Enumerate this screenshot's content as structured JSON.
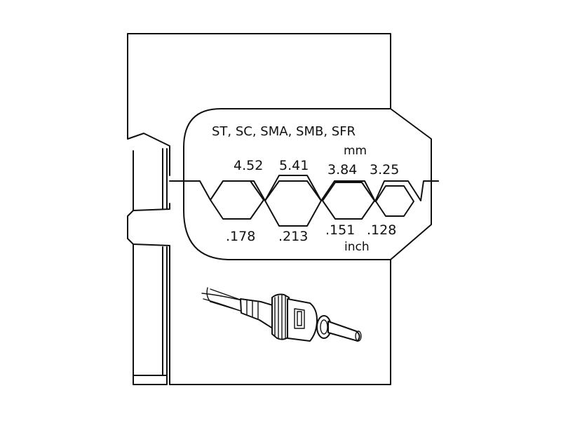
{
  "die": {
    "connector_types": "ST, SC, SMA, SMB, SFR",
    "unit_metric": "mm",
    "unit_imperial": "inch",
    "cavities": [
      {
        "mm": "4.52",
        "inch": ".178"
      },
      {
        "mm": "5.41",
        "inch": ".213"
      },
      {
        "mm": "3.84",
        "inch": ".151"
      },
      {
        "mm": "3.25",
        "inch": ".128"
      }
    ]
  },
  "illustration": {
    "icon": "fiber-optic-st-connector-icon"
  }
}
